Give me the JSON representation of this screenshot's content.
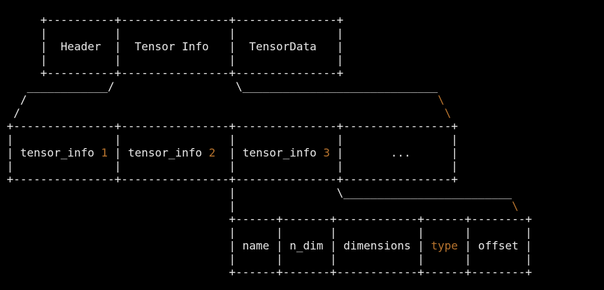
{
  "terminal": {
    "background": "#000000",
    "foreground": "#e8e8e8",
    "accent_orange": "#b8742e"
  },
  "diagram": {
    "description_labels": {
      "file_sections": [
        "Header",
        "Tensor Info",
        "TensorData"
      ],
      "tensor_info_items": [
        "tensor_info 1",
        "tensor_info 2",
        "tensor_info 3",
        "..."
      ],
      "tensor_info_fields": [
        "name",
        "n_dim",
        "dimensions",
        "type",
        "offset"
      ],
      "orange_highlights": [
        "1",
        "2",
        "3",
        "type",
        "\\",
        "\\",
        "\\"
      ]
    },
    "lines": [
      [
        {
          "c": "fg",
          "t": ""
        }
      ],
      [
        {
          "c": "fg",
          "t": "      +----------+----------------+---------------+"
        }
      ],
      [
        {
          "c": "fg",
          "t": "      |          |                |               |"
        }
      ],
      [
        {
          "c": "fg",
          "t": "      |  Header  |  Tensor Info   |  TensorData   |"
        }
      ],
      [
        {
          "c": "fg",
          "t": "      |          |                |               |"
        }
      ],
      [
        {
          "c": "fg",
          "t": "      +----------+----------------+---------------+"
        }
      ],
      [
        {
          "c": "fg",
          "t": "    ____________/                  \\_____________________________"
        }
      ],
      [
        {
          "c": "fg",
          "t": "   /                                                             "
        },
        {
          "c": "or",
          "t": "\\"
        }
      ],
      [
        {
          "c": "fg",
          "t": "  /                                                               "
        },
        {
          "c": "or",
          "t": "\\"
        }
      ],
      [
        {
          "c": "fg",
          "t": " +---------------+----------------+---------------+----------------+"
        }
      ],
      [
        {
          "c": "fg",
          "t": " |               |                |               |                |"
        }
      ],
      [
        {
          "c": "fg",
          "t": " | tensor_info "
        },
        {
          "c": "or",
          "t": "1"
        },
        {
          "c": "fg",
          "t": " | tensor_info "
        },
        {
          "c": "or",
          "t": "2"
        },
        {
          "c": "fg",
          "t": "  | tensor_info "
        },
        {
          "c": "or",
          "t": "3"
        },
        {
          "c": "fg",
          "t": " |       ...      |"
        }
      ],
      [
        {
          "c": "fg",
          "t": " |               |                |               |                |"
        }
      ],
      [
        {
          "c": "fg",
          "t": " +---------------+----------------+---------------+----------------+"
        }
      ],
      [
        {
          "c": "fg",
          "t": "                                  |               \\_________________________"
        }
      ],
      [
        {
          "c": "fg",
          "t": "                                  |                                         "
        },
        {
          "c": "or",
          "t": "\\"
        }
      ],
      [
        {
          "c": "fg",
          "t": "                                  +------+-------+------------+------+--------+"
        }
      ],
      [
        {
          "c": "fg",
          "t": "                                  |      |       |            |      |        |"
        }
      ],
      [
        {
          "c": "fg",
          "t": "                                  | name | n_dim | dimensions | "
        },
        {
          "c": "or",
          "t": "type"
        },
        {
          "c": "fg",
          "t": " | offset |"
        }
      ],
      [
        {
          "c": "fg",
          "t": "                                  |      |       |            |      |        |"
        }
      ],
      [
        {
          "c": "fg",
          "t": "                                  +------+-------+------------+------+--------+"
        }
      ]
    ]
  }
}
